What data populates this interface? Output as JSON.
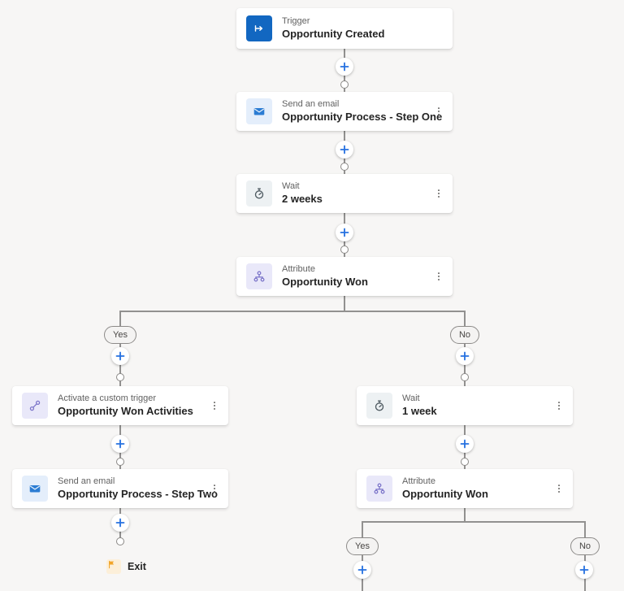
{
  "cards": {
    "trigger": {
      "type": "Trigger",
      "title": "Opportunity Created"
    },
    "email_one": {
      "type": "Send an email",
      "title": "Opportunity Process - Step One"
    },
    "wait_two_weeks": {
      "type": "Wait",
      "title": "2 weeks"
    },
    "attribute_one": {
      "type": "Attribute",
      "title": "Opportunity Won"
    },
    "custom_trigger": {
      "type": "Activate a custom trigger",
      "title": "Opportunity Won Activities"
    },
    "email_two": {
      "type": "Send an email",
      "title": "Opportunity Process - Step Two"
    },
    "wait_one_week": {
      "type": "Wait",
      "title": "1 week"
    },
    "attribute_two": {
      "type": "Attribute",
      "title": "Opportunity Won"
    }
  },
  "branches": {
    "branch_one": {
      "yes": "Yes",
      "no": "No"
    },
    "branch_two": {
      "yes": "Yes",
      "no": "No"
    }
  },
  "exit": {
    "label": "Exit"
  },
  "icons": {
    "trigger": "trigger-arrow-icon",
    "email": "envelope-icon",
    "wait": "stopwatch-icon",
    "attribute": "org-branch-icon",
    "custom_trigger": "link-nodes-icon",
    "exit": "flag-icon",
    "menu": "kebab-menu-icon",
    "add": "plus-icon"
  },
  "colors": {
    "canvas_bg": "#f7f6f5",
    "card_bg": "#ffffff",
    "trigger_icon_bg": "#1267c1",
    "email_icon_bg": "#e4eefb",
    "email_icon_fg": "#2b7cd3",
    "wait_icon_bg": "#edf1f3",
    "wait_icon_fg": "#4e5a61",
    "attribute_icon_bg": "#e9e8f9",
    "attribute_icon_fg": "#7b74c9",
    "exit_icon_bg": "#fcefd9",
    "exit_icon_fg": "#f2a427",
    "connector": "#929190",
    "plus": "#2570e0",
    "type_label": "#616161",
    "title": "#242424",
    "pill_bg": "#f4f3f2",
    "pill_border": "#8d8b89"
  }
}
